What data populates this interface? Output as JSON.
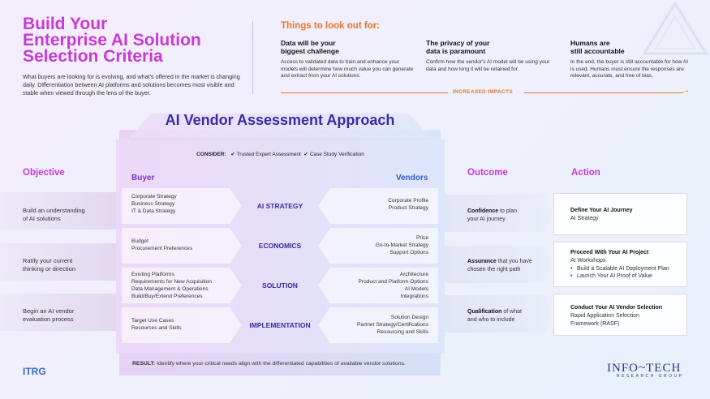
{
  "header": {
    "title_lines": [
      "Build Your",
      "Enterprise AI Solution",
      "Selection Criteria"
    ],
    "intro": "What buyers are looking for is evolving, and what's offered in the market is changing daily. Differentiation between AI platforms and solutions becomes most visible and stable when viewed through the lens of the buyer."
  },
  "things": {
    "title": "Things to look out for:",
    "items": [
      {
        "title_lines": [
          "Data will be your",
          "biggest challenge"
        ],
        "text": "Access to validated data to train and enhance your models will determine how much value you can generate and extract from your AI solutions."
      },
      {
        "title_lines": [
          "The privacy of your",
          "data is paramount"
        ],
        "text": "Confirm how the vendor's AI model will be using your data and how long it will be retained for."
      },
      {
        "title_lines": [
          "Humans are",
          "still accountable"
        ],
        "text": "In the end, the buyer is still accountable for how AI is used. Humans must ensure the responses are relevant, accurate, and free of bias."
      }
    ],
    "impact_label": "INCREASED IMPACTS"
  },
  "assessment": {
    "title": "AI Vendor Assessment Approach",
    "consider_label": "CONSIDER:",
    "consider_items": [
      "Trusted Expert Assessment",
      "Case Study Verification"
    ],
    "buyer_label": "Buyer",
    "vendor_label": "Vendors",
    "rows": [
      {
        "category": "AI STRATEGY",
        "buyer": [
          "Corporate Strategy",
          "Business Strategy",
          "IT & Data Strategy"
        ],
        "vendor": [
          "Corporate Profile",
          "Product Strategy"
        ]
      },
      {
        "category": "ECONOMICS",
        "buyer": [
          "Budget",
          "Procurement Preferences"
        ],
        "vendor": [
          "Price",
          "Go-to-Market Strategy",
          "Support Options"
        ]
      },
      {
        "category": "SOLUTION",
        "buyer": [
          "Existing Platforms",
          "Requirements for New Acquisition",
          "Data Management & Operations",
          "Build/Buy/Extend Preferences"
        ],
        "vendor": [
          "Architecture",
          "Product and Platform Options",
          "AI Models",
          "Integrations"
        ]
      },
      {
        "category": "IMPLEMENTATION",
        "buyer": [
          "Target Use Cases",
          "Resources and Skills"
        ],
        "vendor": [
          "Solution Design",
          "Partner Strategy/Certifications",
          "Resourcing and Skills"
        ]
      }
    ],
    "result_label": "RESULT:",
    "result_text": "Identify where your critical needs align with the differentiated capabilities of available vendor solutions."
  },
  "objective": {
    "label": "Objective",
    "items": [
      [
        "Build an understanding",
        "of AI solutions"
      ],
      [
        "Ratify your current",
        "thinking or direction"
      ],
      [
        "Begin an AI vendor",
        "evaluation process"
      ]
    ]
  },
  "outcome": {
    "label": "Outcome",
    "items": [
      {
        "bold": "Confidence",
        "rest": " to plan",
        "line2": "your AI journey"
      },
      {
        "bold": "Assurance",
        "rest": " that you have",
        "line2": "chosen the right path"
      },
      {
        "bold": "Qualification",
        "rest": " of what",
        "line2": "and who to include"
      }
    ]
  },
  "action": {
    "label": "Action",
    "items": [
      {
        "title": "Define Your AI Journey",
        "lines": [
          "AI Strategy"
        ],
        "bullets": []
      },
      {
        "title": "Proceed With Your AI Project",
        "lines": [
          "AI Workshops"
        ],
        "bullets": [
          "Build a Scalable AI Deployment Plan",
          "Launch Your AI Proof of Value"
        ]
      },
      {
        "title": "Conduct Your AI Vendor Selection",
        "lines": [
          "Rapid Application Selection",
          "Framework (RASF)"
        ],
        "bullets": []
      }
    ]
  },
  "logos": {
    "left": "ITRG",
    "right": "INFO~TECH",
    "right_sub": "RESEARCH GROUP"
  },
  "colors": {
    "title": "#c83ad6",
    "accent": "#e8762c",
    "navy": "#3a2ba3",
    "buyer": "#7b2fc5",
    "vendor": "#2f5fc8"
  }
}
